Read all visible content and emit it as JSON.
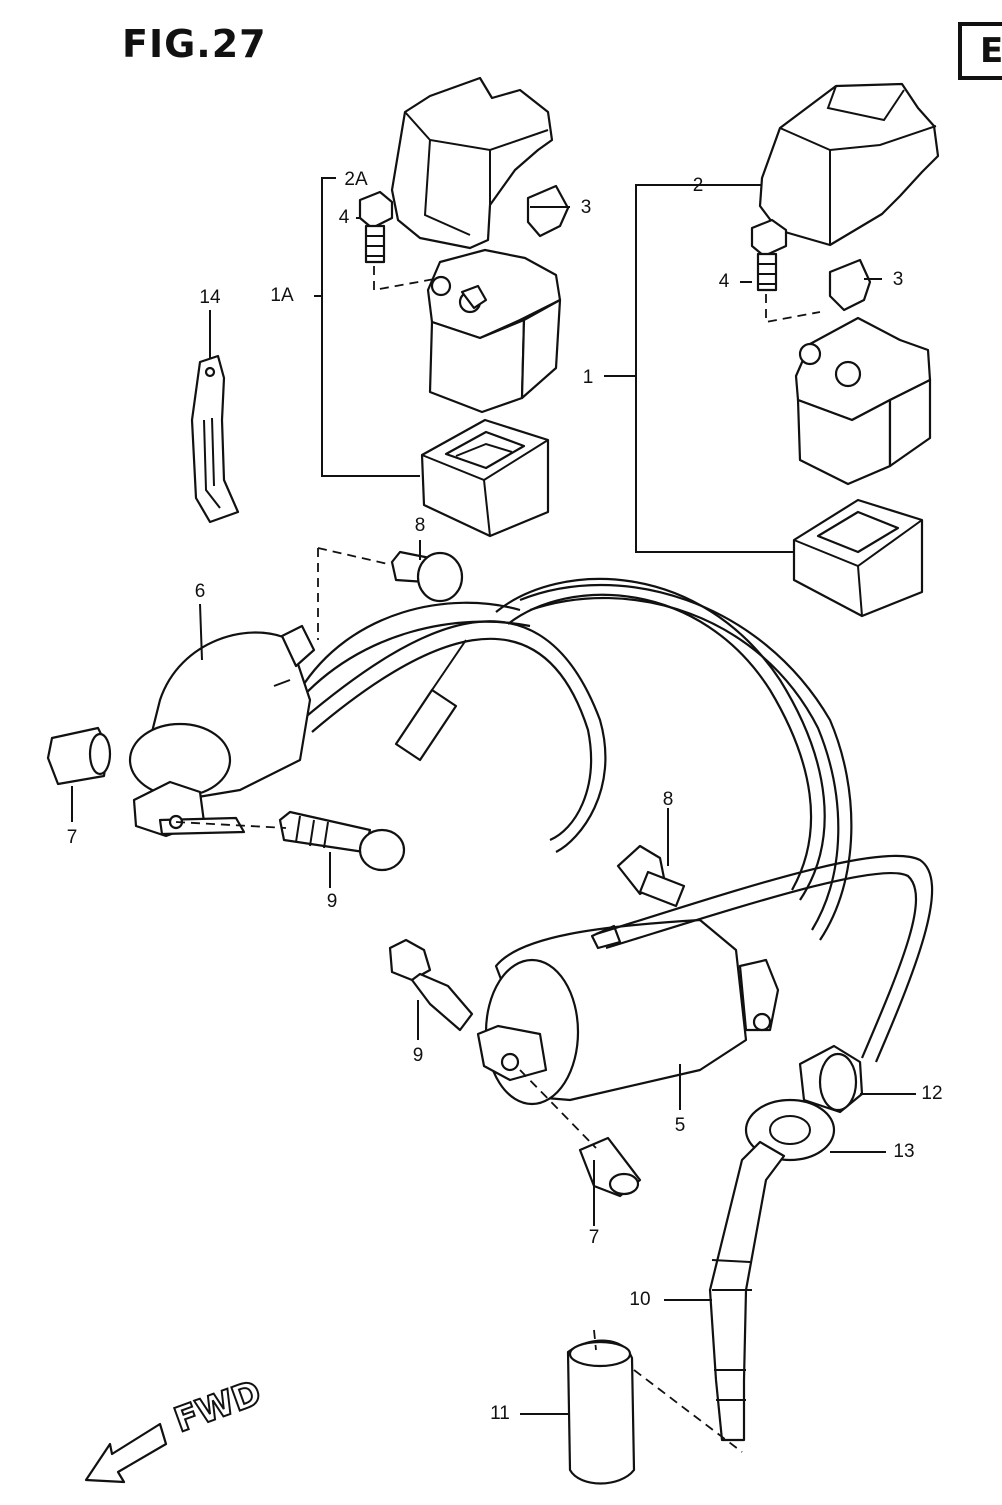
{
  "figure": {
    "title": "FIG.27",
    "corner_badge": "E",
    "direction_label": "FWD"
  },
  "callouts": [
    "1",
    "1A",
    "2",
    "2A",
    "3",
    "3",
    "4",
    "4",
    "5",
    "6",
    "7",
    "7",
    "8",
    "8",
    "9",
    "9",
    "10",
    "11",
    "12",
    "13",
    "14"
  ]
}
